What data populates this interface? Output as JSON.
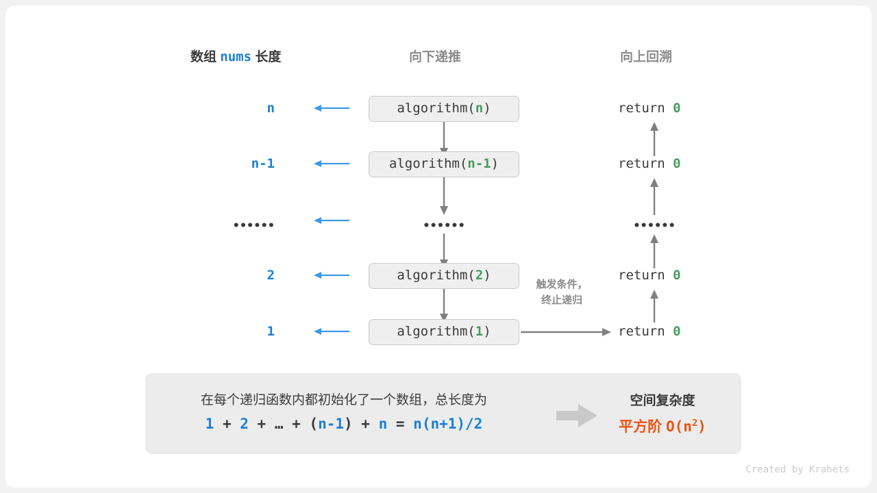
{
  "colors": {
    "blue": "#1a7fd4",
    "green": "#479b5f",
    "orange": "#ea5413",
    "gray_arrow": "#808080",
    "light_blue_arrow": "#3c9ae8",
    "box_fill": "#efefef",
    "box_border": "#c9c9c9",
    "panel_fill": "#ececec",
    "text_dark": "#3a3a3a",
    "text_gray": "#8c8c8c"
  },
  "headers": {
    "left": "数组 nums 长度",
    "left_prefix": "数组 ",
    "left_code": "nums",
    "left_suffix": " 长度",
    "middle": "向下递推",
    "right": "向上回溯"
  },
  "rows": [
    {
      "length": "n",
      "call_prefix": "algorithm(",
      "call_arg": "n",
      "call_suffix": ")",
      "ret_text": "return ",
      "ret_value": "0",
      "is_dots": false
    },
    {
      "length": "n-1",
      "call_prefix": "algorithm(",
      "call_arg": "n-1",
      "call_suffix": ")",
      "ret_text": "return ",
      "ret_value": "0",
      "is_dots": false
    },
    {
      "length": "••••••",
      "call_prefix": "",
      "call_arg": "",
      "call_suffix": "",
      "ret_text": "",
      "ret_value": "",
      "is_dots": true,
      "dots": "••••••"
    },
    {
      "length": "2",
      "call_prefix": "algorithm(",
      "call_arg": "2",
      "call_suffix": ")",
      "ret_text": "return ",
      "ret_value": "0",
      "is_dots": false
    },
    {
      "length": "1",
      "call_prefix": "algorithm(",
      "call_arg": "1",
      "call_suffix": ")",
      "ret_text": "return ",
      "ret_value": "0",
      "is_dots": false
    }
  ],
  "trigger_note": {
    "line1": "触发条件，",
    "line2": "终止递归"
  },
  "panel": {
    "description": "在每个递归函数内都初始化了一个数组，总长度为",
    "formula": "1 + 2 + … + (n-1) + n = n(n+1)/2",
    "formula_parts": [
      {
        "t": "1",
        "blue": true
      },
      {
        "t": " + ",
        "blue": false
      },
      {
        "t": "2",
        "blue": true
      },
      {
        "t": " + … + (",
        "blue": false
      },
      {
        "t": "n-1",
        "blue": true
      },
      {
        "t": ") + ",
        "blue": false
      },
      {
        "t": "n",
        "blue": true
      },
      {
        "t": " = ",
        "blue": false
      },
      {
        "t": "n(n+1)/2",
        "blue": true
      }
    ],
    "result_title": "空间复杂度",
    "result_order": "平方阶 ",
    "result_notation": "O(n",
    "result_exponent": "2",
    "result_notation_end": ")"
  },
  "credit": "Created by Krahets"
}
